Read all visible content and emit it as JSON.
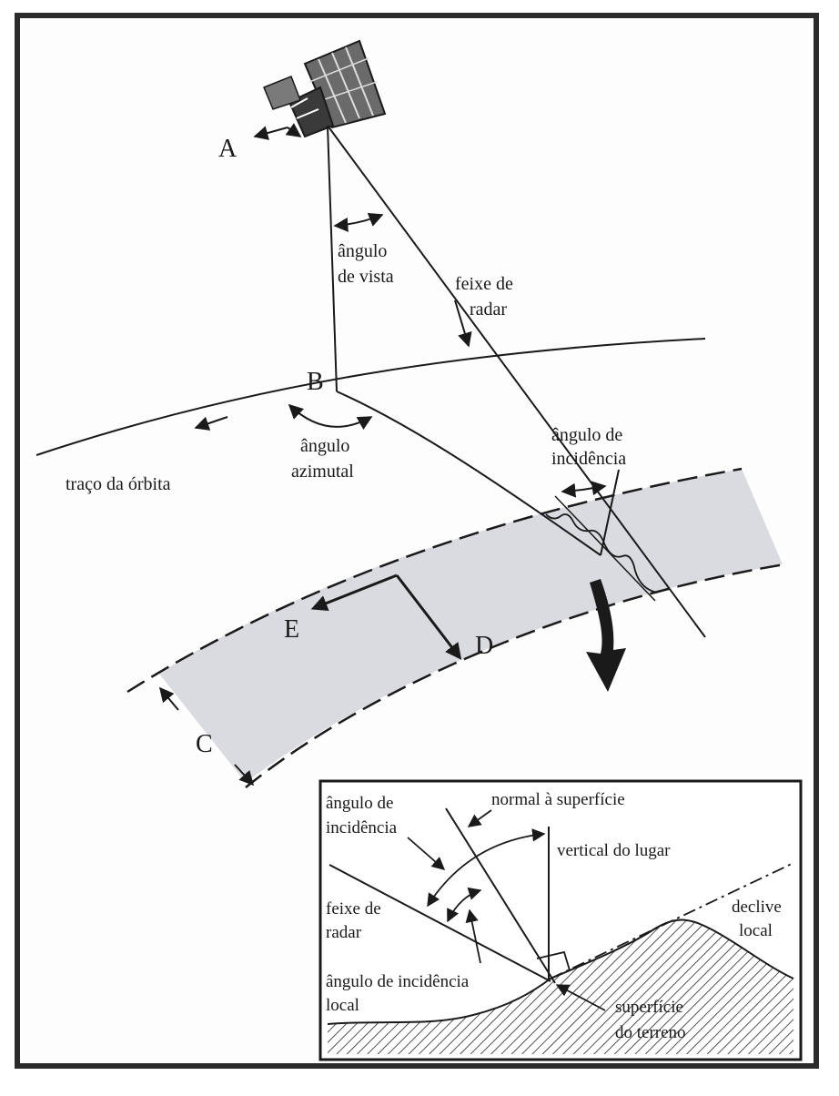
{
  "labels": {
    "A": "A",
    "B": "B",
    "C": "C",
    "D": "D",
    "E": "E",
    "view_angle_1": "ângulo",
    "view_angle_2": "de vista",
    "radar_beam_1": "feixe de",
    "radar_beam_2": "radar",
    "azimuth_angle_1": "ângulo",
    "azimuth_angle_2": "azimutal",
    "orbit_track": "traço da órbita",
    "incidence_angle_1": "ângulo de",
    "incidence_angle_2": "incidência"
  },
  "inset": {
    "incidence_angle_1": "ângulo de",
    "incidence_angle_2": "incidência",
    "surface_normal": "normal à superfície",
    "local_vertical": "vertical do lugar",
    "radar_beam_1": "feixe de",
    "radar_beam_2": "radar",
    "local_slope_1": "declive",
    "local_slope_2": "local",
    "local_incidence_1": "ângulo de incidência",
    "local_incidence_2": "local",
    "terrain_surface_1": "superfície",
    "terrain_surface_2": "do terreno"
  },
  "colors": {
    "line": "#1a1a1a",
    "swath": "#d9dbe0",
    "frame": "#2b2b2b"
  }
}
